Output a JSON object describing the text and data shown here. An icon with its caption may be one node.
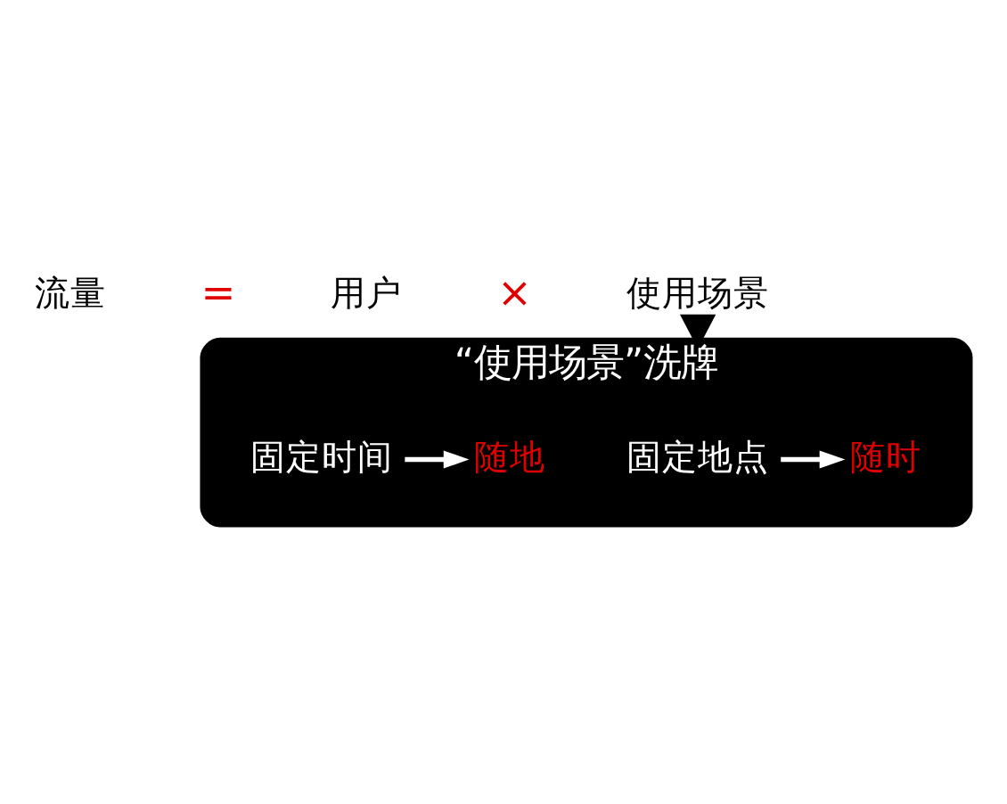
{
  "diagram": {
    "nodes": [
      {
        "text": [
          "流量"
        ]
      },
      {
        "text": [
          "用户"
        ]
      },
      {
        "text": [
          "使用场景"
        ]
      },
      {
        "text": [
          "“使用场景”洗牌"
        ]
      },
      {
        "text": [
          "固定地点"
        ],
        "in": 3
      },
      {
        "text": [
          "随时"
        ],
        "in": 3
      },
      {
        "text": [
          "固定时间"
        ],
        "in": 3
      },
      {
        "text": [
          "随地"
        ],
        "in": 3
      }
    ],
    "edges": [
      {
        "from": 2,
        "to": 3,
        "arrow": "to",
        "style": "thick",
        "color": "#000000"
      },
      {
        "from": 4,
        "to": 5,
        "arrow": "to",
        "color": "#ffffff"
      },
      {
        "from": 6,
        "to": 7,
        "arrow": "to",
        "color": "#ffffff"
      }
    ],
    "labels": [
      "=",
      "×"
    ]
  }
}
